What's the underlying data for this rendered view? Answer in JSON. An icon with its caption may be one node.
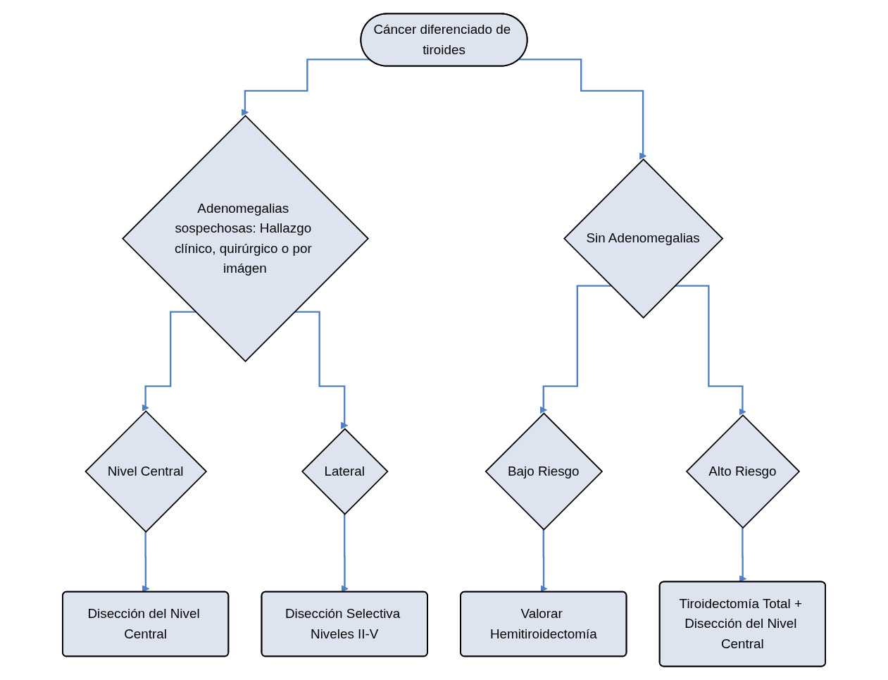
{
  "diagram": {
    "nodes": [
      {
        "text": [
          "Cáncer diferenciado de tiroides"
        ]
      },
      {
        "text": [
          "Adenomegalias sospechosas: Hallazgo clínico, quirúrgico o por imágen"
        ]
      },
      {
        "text": [
          "Sin Adenomegalias"
        ]
      },
      {
        "text": [
          "Nivel Central"
        ]
      },
      {
        "text": [
          "Lateral"
        ]
      },
      {
        "text": [
          "Bajo Riesgo"
        ]
      },
      {
        "text": [
          "Alto Riesgo"
        ]
      },
      {
        "text": [
          "Disección del Nivel Central"
        ]
      },
      {
        "text": [
          "Disección Selectiva Niveles II-V"
        ]
      },
      {
        "text": [
          "Valorar Hemitiroidectomía"
        ]
      },
      {
        "text": [
          "Tiroidectomía Total + Disección del Nivel Central"
        ]
      }
    ],
    "edges": [
      {
        "from": 0,
        "to": 1,
        "arrow": "to"
      },
      {
        "from": 0,
        "to": 2,
        "arrow": "to"
      },
      {
        "from": 1,
        "to": 3,
        "arrow": "to"
      },
      {
        "from": 1,
        "to": 4,
        "arrow": "to"
      },
      {
        "from": 2,
        "to": 5,
        "arrow": "to"
      },
      {
        "from": 2,
        "to": 6,
        "arrow": "to"
      },
      {
        "from": 3,
        "to": 7,
        "arrow": "to"
      },
      {
        "from": 4,
        "to": 8,
        "arrow": "to"
      },
      {
        "from": 5,
        "to": 9,
        "arrow": "to"
      },
      {
        "from": 6,
        "to": 10,
        "arrow": "to"
      }
    ]
  }
}
